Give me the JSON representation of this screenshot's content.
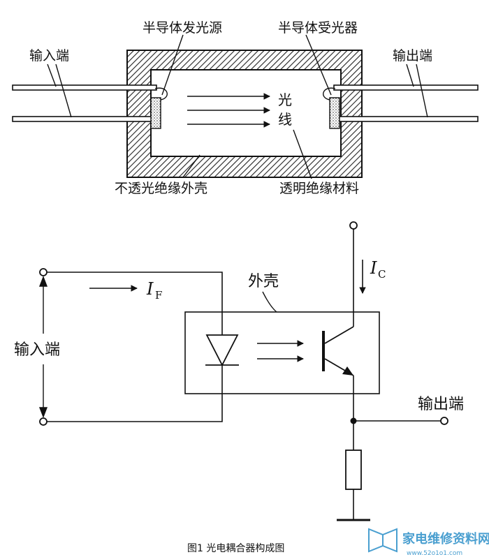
{
  "top_diagram": {
    "light_source_label": "半导体发光源",
    "light_receiver_label": "半导体受光器",
    "input_label": "输入端",
    "output_label": "输出端",
    "light_label_1": "光",
    "light_label_2": "线",
    "opaque_shell_label": "不透光绝缘外壳",
    "transparent_material_label": "透明绝缘材料"
  },
  "bottom_diagram": {
    "input_label": "输入端",
    "output_label": "输出端",
    "shell_label": "外壳",
    "current_in_symbol": "I",
    "current_in_sub": "F",
    "current_out_symbol": "I",
    "current_out_sub": "C"
  },
  "caption": "图1  光电耦合器构成图",
  "watermark": {
    "main": "家电维修资料网",
    "url": "www.52o1o1.com"
  }
}
